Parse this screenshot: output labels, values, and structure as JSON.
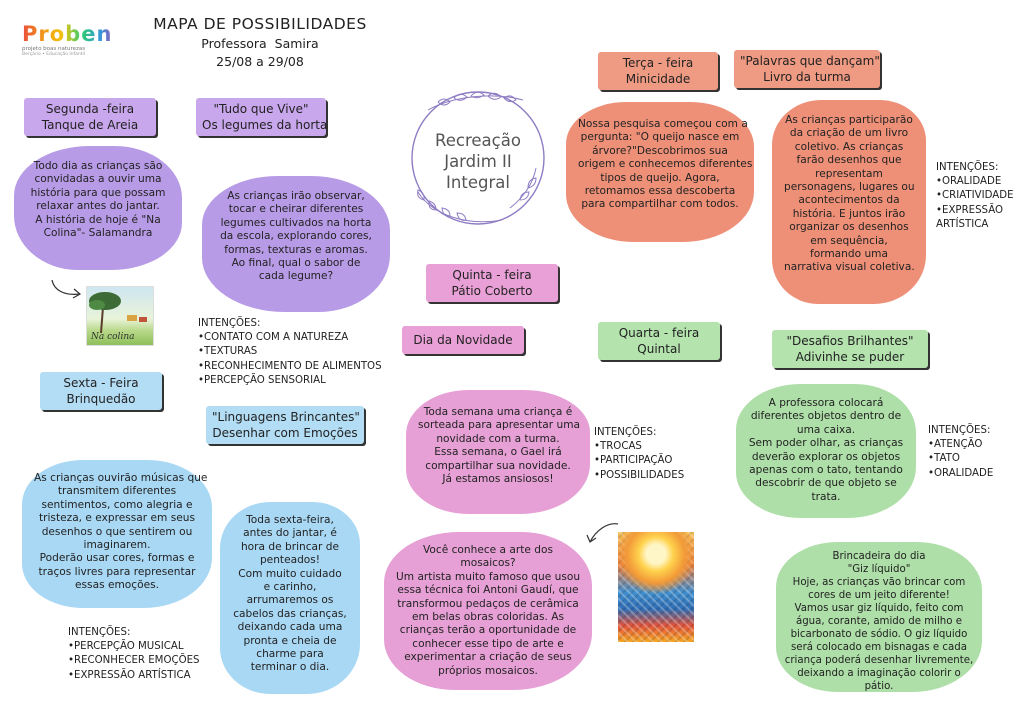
{
  "logo": {
    "text": "Proben",
    "subtitle": "projeto boas naturezas",
    "tagline": "Berçário • Educação Infantil"
  },
  "header": {
    "title": "MAPA DE POSSIBILIDADES",
    "teacher": "Professora  Samira",
    "dates": "25/08 a 29/08"
  },
  "center": {
    "lines": [
      "Recreação",
      "Jardim II",
      "Integral"
    ]
  },
  "monday": {
    "tag": [
      "Segunda -feira",
      "Tanque de Areia"
    ],
    "text": [
      "Todo dia as crianças são",
      "convidadas a ouvir uma",
      "história para que possam",
      "relaxar antes do jantar.",
      "A história de hoje é \"Na",
      "Colina\"- Salamandra"
    ],
    "book_caption": "Na colina"
  },
  "garden": {
    "tag": [
      "\"Tudo que Vive\"",
      "Os legumes da horta"
    ],
    "text": [
      "As crianças irão observar,",
      "tocar e cheirar diferentes",
      "legumes cultivados na horta",
      "da escola, explorando cores,",
      "formas, texturas e aromas.",
      "Ao final, qual o sabor de",
      "cada legume?"
    ],
    "intentions": [
      "INTENÇÕES:",
      "•CONTATO COM A NATUREZA",
      "•TEXTURAS",
      "•RECONHECIMENTO DE ALIMENTOS",
      "•PERCEPÇÃO SENSORIAL"
    ]
  },
  "tuesday": {
    "tag": [
      "Terça - feira",
      "Minicidade"
    ],
    "text": [
      "Nossa pesquisa começou com a",
      "pergunta: \"O queijo nasce em",
      "árvore?\"Descobrimos sua",
      "origem e conhecemos diferentes",
      "tipos de queijo. Agora,",
      "retomamos essa descoberta",
      "para compartilhar com todos."
    ]
  },
  "book": {
    "tag": [
      "\"Palavras que dançam\"",
      "Livro da turma"
    ],
    "text": [
      "As crianças participarão",
      "da criação de um livro",
      "coletivo. As crianças",
      "farão desenhos que",
      "representam",
      "personagens, lugares ou",
      "acontecimentos da",
      "história. E juntos irão",
      "organizar os desenhos",
      "em sequência,",
      "formando uma",
      "narrativa visual coletiva."
    ],
    "intentions": [
      "INTENÇÕES:",
      "•ORALIDADE",
      "•CRIATIVIDADE",
      "•EXPRESSÃO",
      "ARTÍSTICA"
    ]
  },
  "thursday": {
    "tag": [
      "Quinta - feira",
      "Pátio Coberto"
    ]
  },
  "novelty": {
    "tag": [
      "Dia da Novidade"
    ],
    "text": [
      "Toda semana uma criança é",
      "sorteada para apresentar uma",
      "novidade com a turma.",
      "Essa semana, o Gael irá",
      "compartilhar sua novidade.",
      "Já estamos ansiosos!"
    ],
    "intentions": [
      "INTENÇÕES:",
      "•TROCAS",
      "•PARTICIPAÇÃO",
      "•POSSIBILIDADES"
    ]
  },
  "mosaic": {
    "text": [
      "Você conhece a arte dos",
      "mosaicos?",
      "Um artista muito famoso que usou",
      "essa técnica foi Antoni Gaudí, que",
      "transformou pedaços de cerâmica",
      "em belas obras coloridas. As",
      "crianças terão a oportunidade de",
      "conhecer esse tipo de arte e",
      "experimentar a criação de seus",
      "próprios mosaicos."
    ]
  },
  "wednesday": {
    "tag": [
      "Quarta - feira",
      "Quintal"
    ]
  },
  "challenge": {
    "tag": [
      "\"Desafios Brilhantes\"",
      "Adivinhe se puder"
    ],
    "text": [
      "A professora colocará",
      "diferentes objetos dentro de",
      "uma caixa.",
      "Sem poder olhar, as crianças",
      "deverão explorar os objetos",
      "apenas com o tato, tentando",
      "descobrir de que objeto se",
      "trata."
    ],
    "intentions": [
      "INTENÇÕES:",
      "•ATENÇÃO",
      "•TATO",
      "•ORALIDADE"
    ]
  },
  "chalk": {
    "text": [
      "Brincadeira do dia",
      "\"Giz líquido\"",
      "Hoje, as crianças vão brincar com",
      "cores de um jeito diferente!",
      "Vamos usar giz líquido, feito com",
      "água, corante, amido de milho e",
      "bicarbonato de sódio. O giz líquido",
      "será colocado em bisnagas e cada",
      "criança poderá desenhar livremente,",
      "deixando a imaginação colorir o",
      "pátio."
    ]
  },
  "friday": {
    "tag": [
      "Sexta - Feira",
      "Brinquedão"
    ],
    "music_tag": [
      "\"Linguagens Brincantes\"",
      "Desenhar com Emoções"
    ],
    "music_text": [
      "As crianças ouvirão músicas que",
      "transmitem diferentes",
      "sentimentos, como alegria e",
      "tristeza, e expressar em seus",
      "desenhos o que sentirem ou",
      "imaginarem.",
      "Poderão usar cores, formas e",
      "traços livres para representar",
      "essas emoções."
    ],
    "hair_text": [
      "Toda sexta-feira,",
      "antes do jantar, é",
      "hora de brincar de",
      "penteados!",
      "Com muito cuidado",
      "e carinho,",
      "arrumaremos os",
      "cabelos das crianças,",
      "deixando cada uma",
      "pronta e cheia de",
      "charme para",
      "terminar o dia."
    ],
    "intentions": [
      "INTENÇÕES:",
      "•PERCEPÇÃO MUSICAL",
      "•RECONHECER EMOÇÕES",
      "•EXPRESSÃO ARTÍSTICA"
    ]
  }
}
